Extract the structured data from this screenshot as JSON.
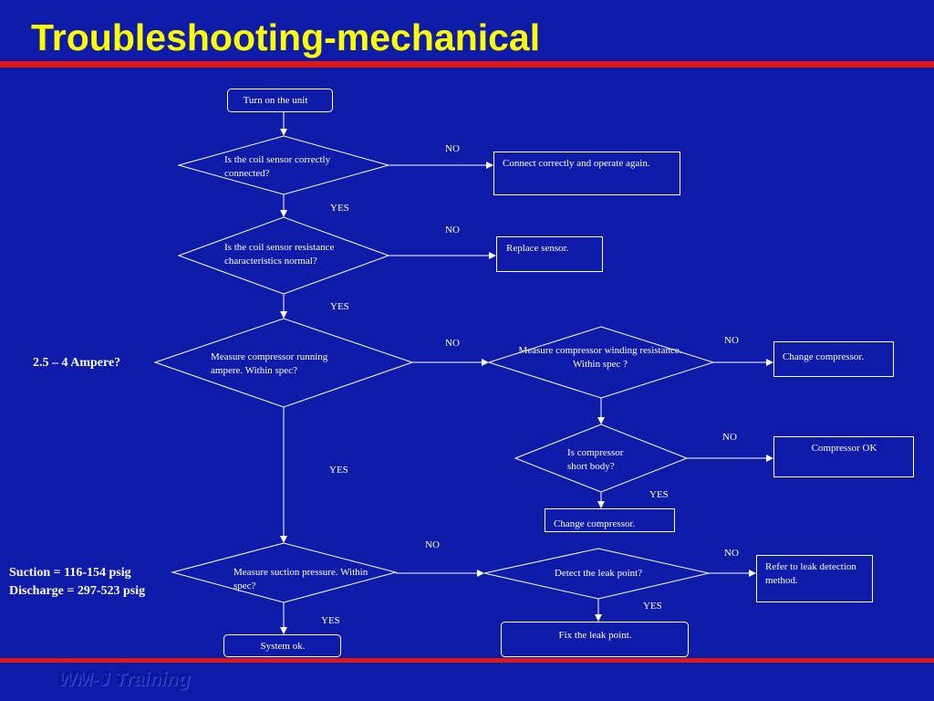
{
  "title": "Troubleshooting-mechanical",
  "footer": "WM-J Training",
  "colors": {
    "background": "#0d1ba8",
    "title": "#ffff00",
    "accent_bar": "#e01818",
    "lines": "#ffffff"
  },
  "flow": {
    "start": "Turn on the unit",
    "q1": "Is the coil sensor correctly connected?",
    "q1_no_action": "Connect correctly and operate again.",
    "q2": "Is the coil sensor resistance characteristics normal?",
    "q2_no_action": "Replace sensor.",
    "q3": "Measure compressor running ampere. Within spec?",
    "q3_note": "2.5 – 4 Ampere?",
    "q4": "Measure compressor winding resistance. Within spec ?",
    "q4_no_action": "Change compressor.",
    "q5": "Is compressor short body?",
    "q5_no_action": "Compressor OK",
    "q5_yes_action": "Change compressor.",
    "q6": "Measure suction pressure. Within spec?",
    "q6_note_suction": "Suction = 116-154 psig",
    "q6_note_discharge": "Discharge = 297-523 psig",
    "q6_yes_action": "System ok.",
    "q7": "Detect the leak point?",
    "q7_no_action": "Refer to leak detection method.",
    "q7_yes_action": "Fix the leak point.",
    "yes": "YES",
    "no": "NO"
  }
}
